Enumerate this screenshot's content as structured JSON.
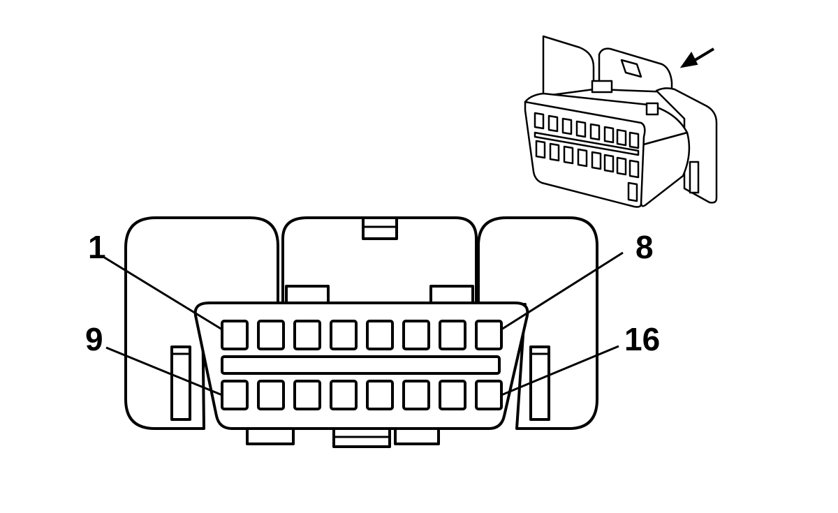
{
  "diagram": {
    "labels": {
      "pin_1": "1",
      "pin_8": "8",
      "pin_9": "9",
      "pin_16": "16"
    },
    "connector": {
      "rows": 2,
      "pins_per_row": 8,
      "pin_count": 16
    },
    "colors": {
      "stroke": "#000000",
      "fill": "#ffffff"
    }
  }
}
